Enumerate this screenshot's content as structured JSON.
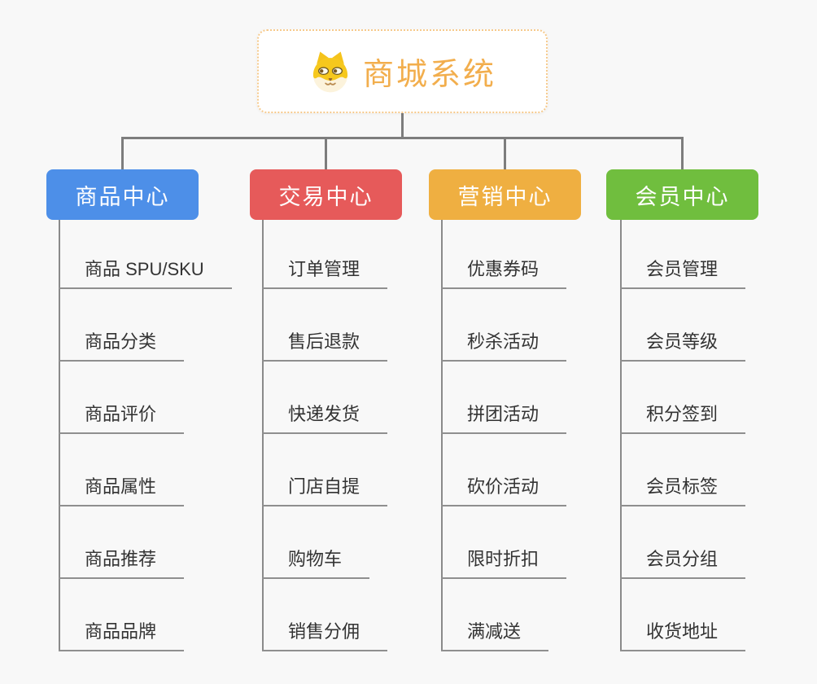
{
  "root": {
    "title": "商城系统",
    "title_color": "#F2AE4D",
    "border_color": "#F6C98B",
    "icon": "dog-face-icon"
  },
  "colors": {
    "background": "#F8F8F8",
    "connector": "#7D7D7D",
    "leaf_underline": "#8F8F8F",
    "leaf_text": "#333333"
  },
  "columns": [
    {
      "label": "商品中心",
      "color": "#4D8FE8",
      "children": [
        "商品 SPU/SKU",
        "商品分类",
        "商品评价",
        "商品属性",
        "商品推荐",
        "商品品牌"
      ]
    },
    {
      "label": "交易中心",
      "color": "#E65A5A",
      "children": [
        "订单管理",
        "售后退款",
        "快递发货",
        "门店自提",
        "购物车",
        "销售分佣"
      ]
    },
    {
      "label": "营销中心",
      "color": "#EFAF41",
      "children": [
        "优惠券码",
        "秒杀活动",
        "拼团活动",
        "砍价活动",
        "限时折扣",
        "满减送"
      ]
    },
    {
      "label": "会员中心",
      "color": "#70BE3E",
      "children": [
        "会员管理",
        "会员等级",
        "积分签到",
        "会员标签",
        "会员分组",
        "收货地址"
      ]
    }
  ]
}
